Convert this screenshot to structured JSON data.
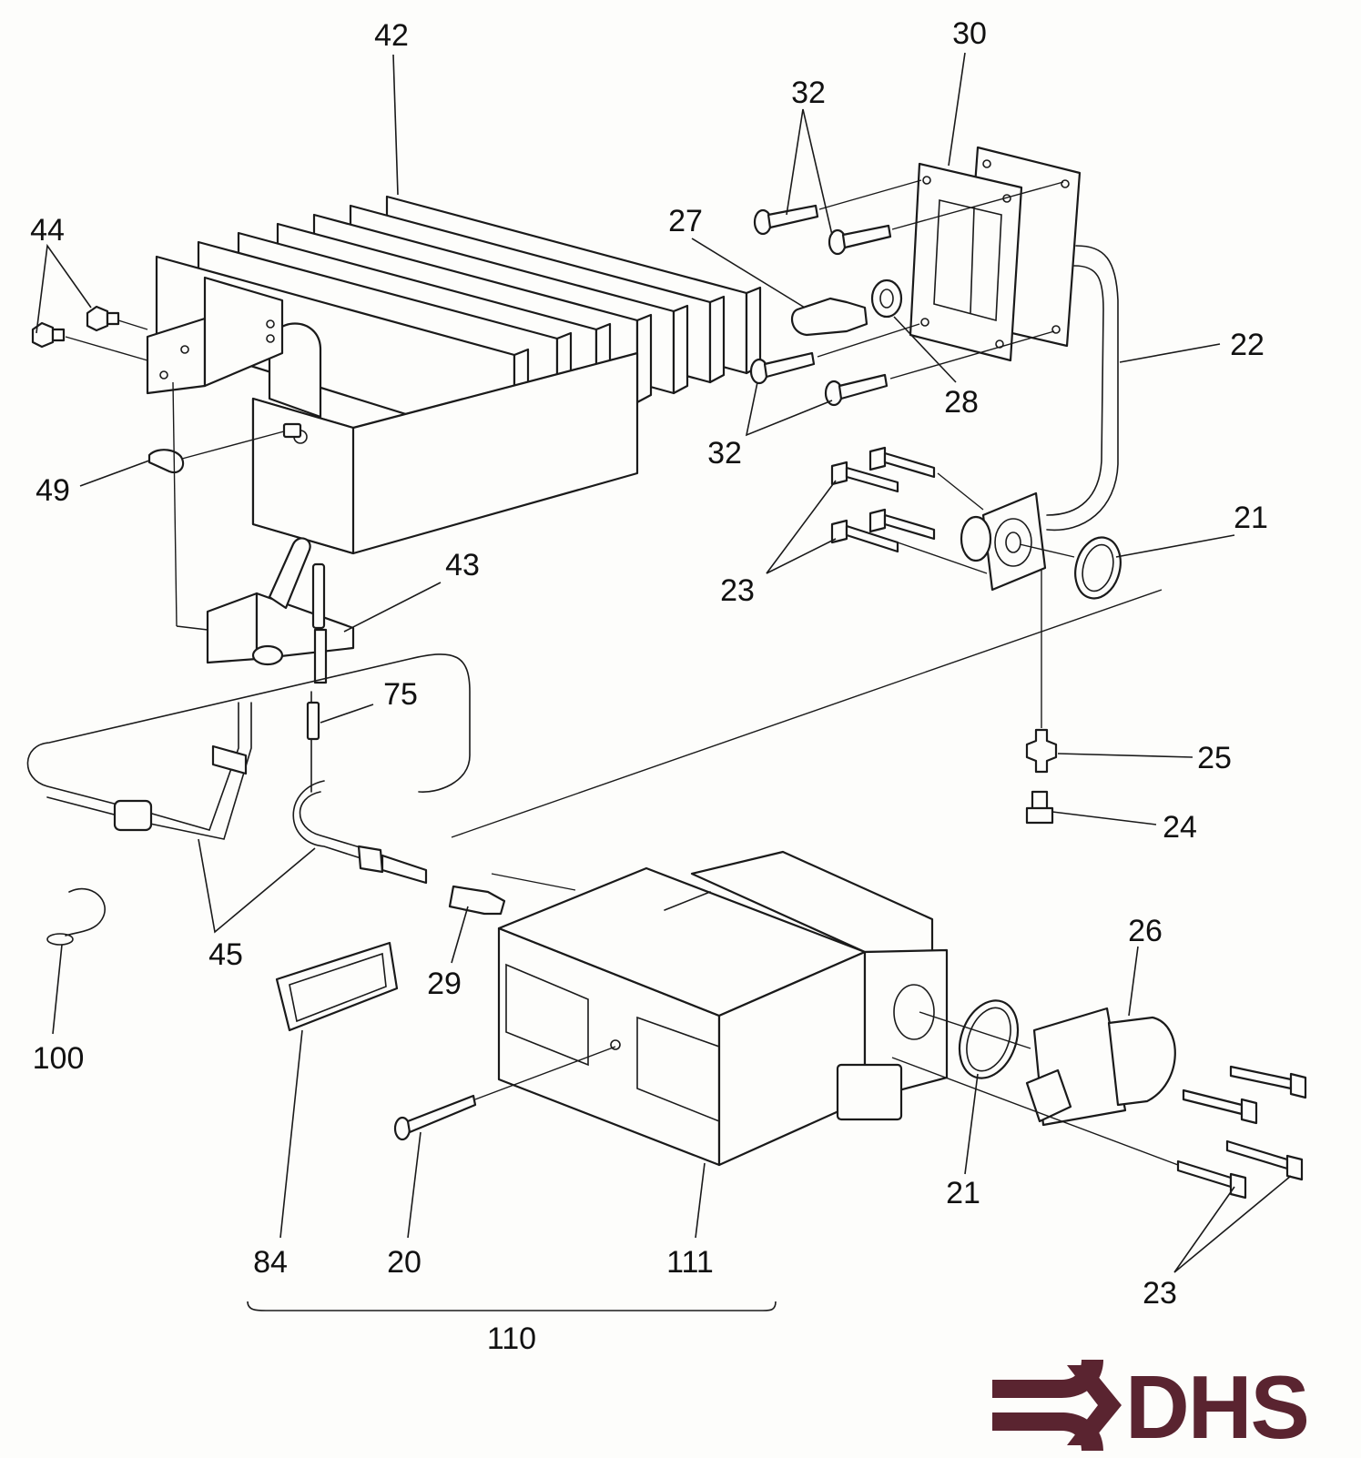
{
  "callouts": {
    "c42": "42",
    "c30": "30",
    "c32a": "32",
    "c44": "44",
    "c27": "27",
    "c22": "22",
    "c28": "28",
    "c32b": "32",
    "c49": "49",
    "c21a": "21",
    "c43": "43",
    "c23a": "23",
    "c75": "75",
    "c25": "25",
    "c24": "24",
    "c26": "26",
    "c45": "45",
    "c29": "29",
    "c100": "100",
    "c21b": "21",
    "c84": "84",
    "c20": "20",
    "c111": "111",
    "c23b": "23",
    "c110": "110"
  },
  "logo": {
    "text": "DHS",
    "color": "#5a2430"
  },
  "colors": {
    "line": "#1a1a1a",
    "paper": "#fdfdfb"
  }
}
